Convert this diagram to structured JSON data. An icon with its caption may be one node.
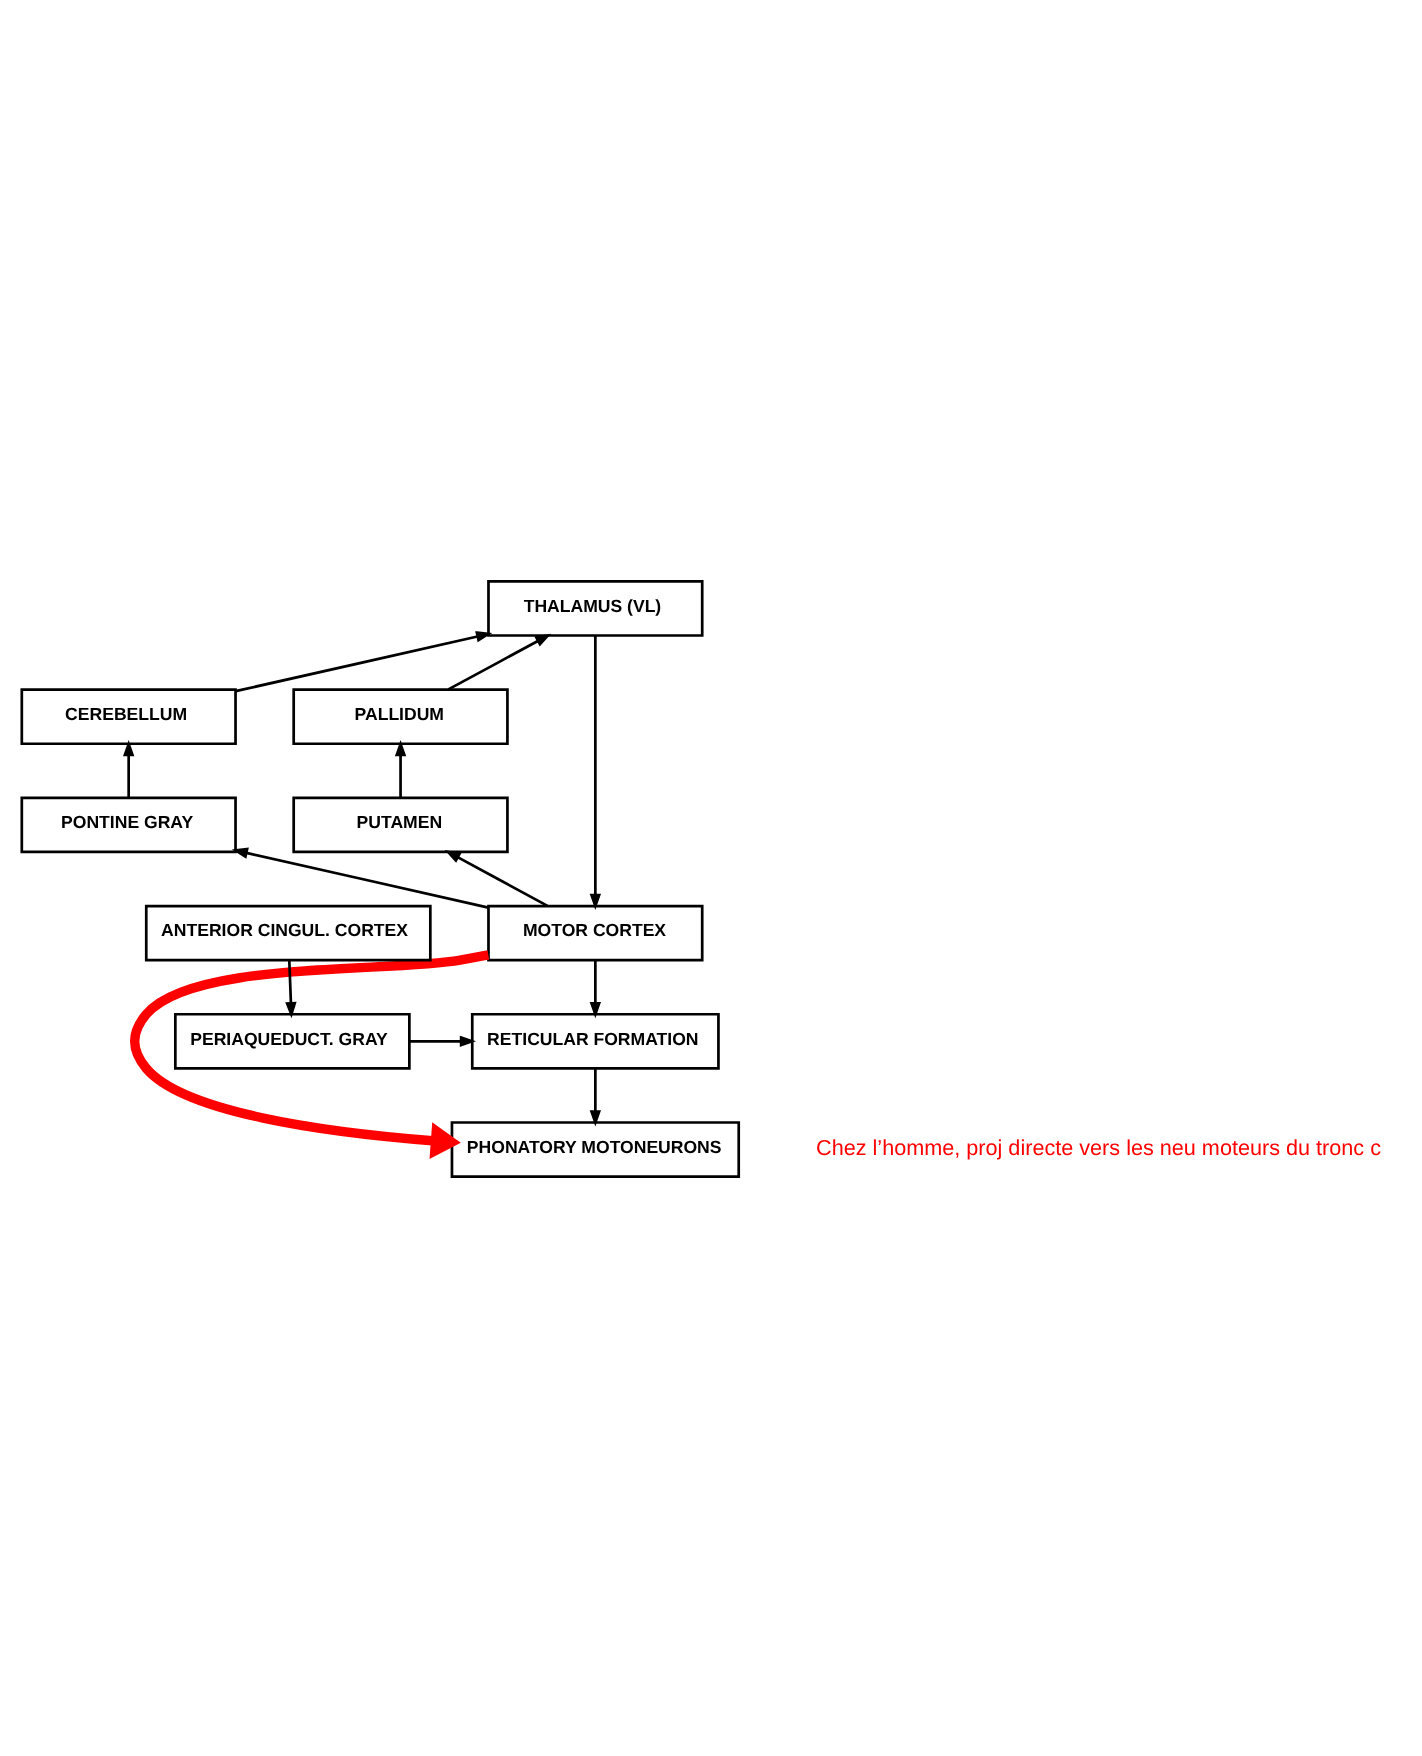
{
  "diagram": {
    "nodes": [
      {
        "text": [
          "THALAMUS (VL)"
        ]
      },
      {
        "text": [
          "CEREBELLUM"
        ]
      },
      {
        "text": [
          "PALLIDUM"
        ]
      },
      {
        "text": [
          "PONTINE GRAY"
        ]
      },
      {
        "text": [
          "PUTAMEN"
        ]
      },
      {
        "text": [
          "MOTOR CORTEX"
        ]
      },
      {
        "text": [
          "ANTERIOR CINGUL. CORTEX"
        ]
      },
      {
        "text": [
          "RETICULAR FORMATION"
        ]
      },
      {
        "text": [
          "PERIAQUEDUCT. GRAY"
        ]
      },
      {
        "text": [
          "PHONATORY MOTONEURONS"
        ]
      }
    ],
    "edges": [
      {
        "from": 1,
        "to": 0,
        "arrow": "to"
      },
      {
        "from": 2,
        "to": 0,
        "arrow": "to"
      },
      {
        "from": 0,
        "to": 5,
        "arrow": "to"
      },
      {
        "from": 3,
        "to": 1,
        "arrow": "to"
      },
      {
        "from": 4,
        "to": 2,
        "arrow": "to"
      },
      {
        "from": 5,
        "to": 3,
        "arrow": "to"
      },
      {
        "from": 5,
        "to": 4,
        "arrow": "to"
      },
      {
        "from": 5,
        "to": 7,
        "arrow": "to"
      },
      {
        "from": 6,
        "to": 8,
        "arrow": "to"
      },
      {
        "from": 8,
        "to": 7,
        "arrow": "to"
      },
      {
        "from": 7,
        "to": 9,
        "arrow": "to"
      },
      {
        "from": 5,
        "to": 9,
        "arrow": "to",
        "style": "thick",
        "color": "#ff0000"
      }
    ],
    "labels": [
      "Chez l’homme, proj directe vers les neu moteurs du tronc c"
    ]
  }
}
